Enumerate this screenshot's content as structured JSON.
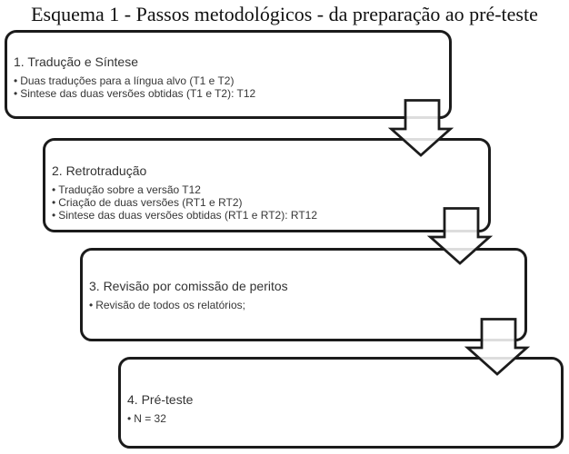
{
  "title": "Esquema 1 - Passos metodológicos - da preparação ao pré-teste",
  "diagram": {
    "bullet_glyph": "•",
    "connector_icon": "block-arrow-down",
    "steps": [
      {
        "heading": "1. Tradução e Síntese",
        "bullets": [
          "Duas traduções para a língua alvo (T1 e T2)",
          "Sintese das duas versões obtidas (T1 e T2): T12"
        ]
      },
      {
        "heading": "2. Retrotradução",
        "bullets": [
          "Tradução sobre a versão T12",
          "Criação de duas versões (RT1 e RT2)",
          "Sintese das duas versões obtidas (RT1 e RT2): RT12"
        ]
      },
      {
        "heading": "3. Revisão por comissão de peritos",
        "bullets": [
          "Revisão de todos os relatórios;"
        ]
      },
      {
        "heading": "4. Pré-teste",
        "bullets": [
          "N = 32"
        ]
      }
    ]
  },
  "colors": {
    "background": "#ffffff",
    "box_border": "#1b1b1b",
    "text": "#333333"
  }
}
